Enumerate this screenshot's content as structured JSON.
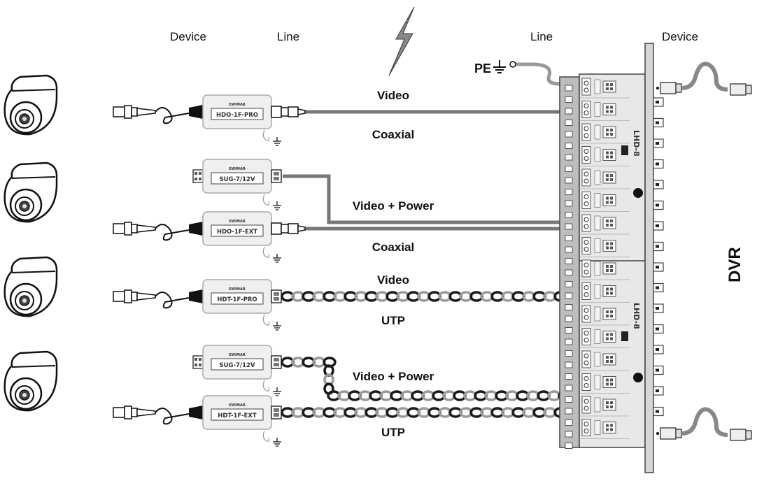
{
  "headers": {
    "device_left": "Device",
    "line_left": "Line",
    "line_right": "Line",
    "device_right": "Device"
  },
  "pe_label": "PE",
  "dvr_label": "DVR",
  "lhd_label": "LHD-8",
  "brand": "EWIMAR",
  "devices": [
    {
      "name": "HDO-1F-PRO"
    },
    {
      "name": "SUG-7/12V"
    },
    {
      "name": "HDO-1F-EXT"
    },
    {
      "name": "HDT-1F-PRO"
    },
    {
      "name": "SUG-7/12V"
    },
    {
      "name": "HDT-1F-EXT"
    }
  ],
  "line_labels": [
    {
      "text": "Video"
    },
    {
      "text": "Coaxial"
    },
    {
      "text": "Video + Power"
    },
    {
      "text": "Coaxial"
    },
    {
      "text": "Video"
    },
    {
      "text": "UTP"
    },
    {
      "text": "Video + Power"
    },
    {
      "text": "UTP"
    }
  ],
  "colors": {
    "cable_gray": "#7a7a7a",
    "panel_light": "#e8e8e8",
    "panel_dark": "#bdbdbd",
    "twist_dark": "#1a1a1a",
    "twist_light": "#9a9a9a"
  }
}
